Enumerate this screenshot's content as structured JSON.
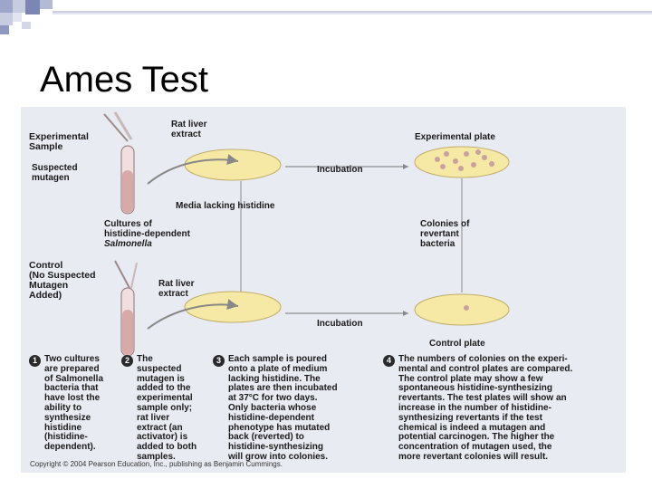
{
  "slide": {
    "title": "Ames Test"
  },
  "figure": {
    "experimental_sample": "Experimental\nSample",
    "rat_liver_extract_top": "Rat liver\nextract",
    "suspected_mutagen": "Suspected\nmutagen",
    "experimental_plate": "Experimental plate",
    "incubation_top": "Incubation",
    "media_lacking": "Media lacking histidine",
    "cultures": "Cultures of\nhistidine-dependent",
    "salmonella": "Salmonella",
    "colonies": "Colonies of\nrevertant\nbacteria",
    "control": "Control\n(No Suspected\nMutagen\nAdded)",
    "rat_liver_extract_bottom": "Rat liver\nextract",
    "incubation_bottom": "Incubation",
    "control_plate": "Control plate",
    "steps": [
      {
        "n": "1",
        "text": "Two cultures\nare prepared\nof Salmonella\nbacteria that\nhave lost the\nability to\nsynthesize\nhistidine\n(histidine-\ndependent)."
      },
      {
        "n": "2",
        "text": "The\nsuspected\nmutagen is\nadded to the\nexperimental\nsample only;\nrat liver\nextract (an\nactivator) is\nadded to both\nsamples."
      },
      {
        "n": "3",
        "text": "Each sample is poured\nonto a plate of medium\nlacking histidine. The\nplates are then incubated\nat 37°C for two days.\nOnly bacteria whose\nhistidine-dependent\nphenotype has mutated\nback (reverted) to\nhistidine-synthesizing\nwill grow into colonies."
      },
      {
        "n": "4",
        "text": "The numbers of colonies on the experi-\nmental and control plates are compared.\nThe control plate may show a few\nspontaneous histidine-synthesizing\nrevertants. The test plates will show an\nincrease in the number of histidine-\nsynthesizing revertants if the test\nchemical is indeed a mutagen and\npotential carcinogen. The higher the\nconcentration of mutagen used, the\nmore revertant colonies will result."
      }
    ],
    "copyright": "Copyright © 2004 Pearson Education, Inc., publishing as Benjamin Cummings."
  }
}
